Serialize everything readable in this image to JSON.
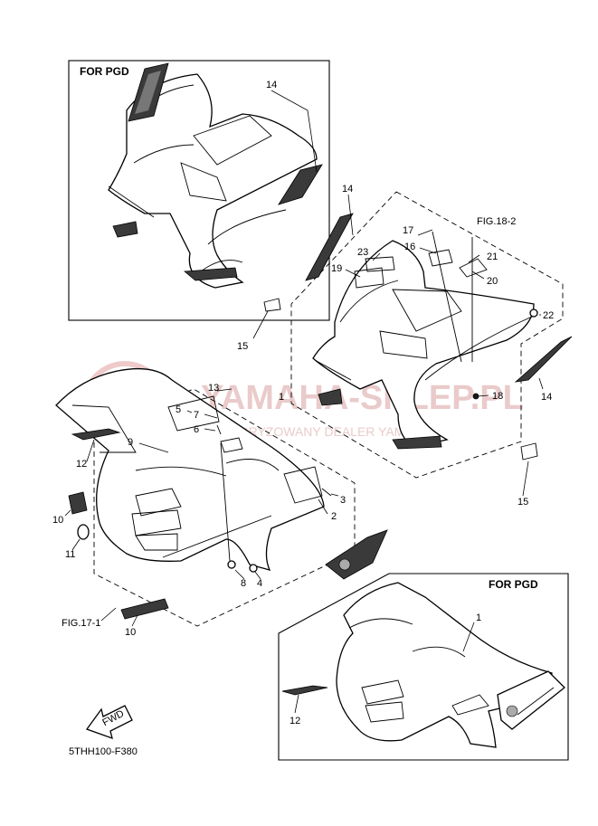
{
  "header_labels": {
    "pgd_top": "FOR PGD",
    "pgd_bottom": "FOR PGD"
  },
  "figure_refs": {
    "fig18": "FIG.18-2",
    "fig17": "FIG.17-1"
  },
  "drawing_code": "5THH100-F380",
  "fwd_arrow": "FWD",
  "watermark": {
    "brand": "YAMAHA-SKLEP.PL",
    "tagline": "AUTORYZOWANY DEALER YAMAHA",
    "logo_icon": "yamaha-tuning-fork-icon"
  },
  "callouts": {
    "c14a": "14",
    "c14b": "14",
    "c14c": "14",
    "c17": "17",
    "c16": "16",
    "c23": "23",
    "c19": "19",
    "c21": "21",
    "c20": "20",
    "c22": "22",
    "c15a": "15",
    "c15b": "15",
    "c18": "18",
    "c13": "13",
    "c1a": "1",
    "c5": "5",
    "c7": "7",
    "c6": "6",
    "c9": "9",
    "c12a": "12",
    "c3": "3",
    "c2": "2",
    "c10a": "10",
    "c11": "11",
    "c8": "8",
    "c4": "4",
    "c10b": "10",
    "c1b": "1",
    "c12b": "12"
  }
}
